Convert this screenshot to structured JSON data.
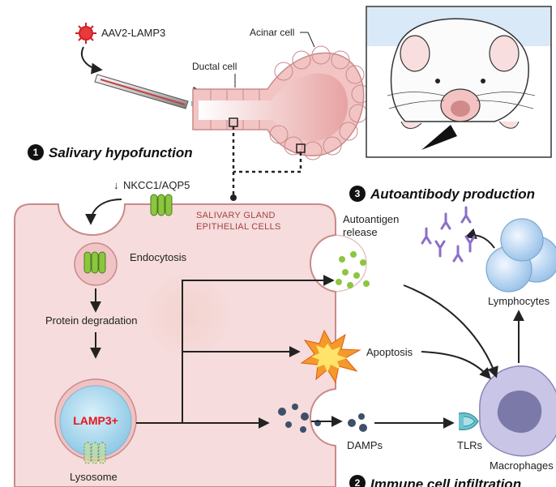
{
  "labels": {
    "aav": "AAV2-LAMP3",
    "acinar_cell": "Acinar cell",
    "ductal_cell": "Ductal cell",
    "nkcc": "NKCC1/AQP5",
    "nkcc_arrow": "↓",
    "cell_caption_line1": "SALIVARY GLAND",
    "cell_caption_line2": "EPITHELIAL CELLS",
    "endocytosis": "Endocytosis",
    "protein_degradation": "Protein degradation",
    "lamp3": "LAMP3+",
    "lysosome": "Lysosome",
    "autoantigen_line1": "Autoantigen",
    "autoantigen_line2": "release",
    "apoptosis": "Apoptosis",
    "damps": "DAMPs",
    "tlrs": "TLRs",
    "macrophages": "Macrophages",
    "lymphocytes": "Lymphocytes"
  },
  "steps": [
    {
      "number": "1",
      "title": "Salivary hypofunction"
    },
    {
      "number": "2",
      "title": "Immune cell infiltration"
    },
    {
      "number": "3",
      "title": "Autoantibody production"
    }
  ],
  "colors": {
    "cell_fill": "#f6dcdc",
    "cell_stroke": "#c98a8a",
    "gland": "#f2c4c4",
    "membrane_protein": "#8cc63f",
    "lysosome_blue": "#a9d6ec",
    "lamp_red": "#e8141b",
    "antibody": "#8b6fc6",
    "lymphocyte": "#bcd8f2",
    "macrophage": "#c9c5e6"
  }
}
